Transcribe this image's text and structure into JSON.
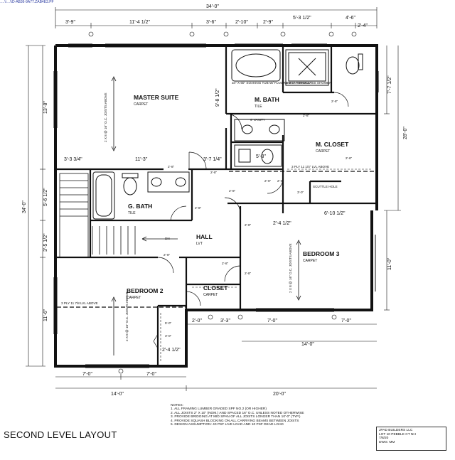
{
  "sheet": {
    "title": "SECOND LEVEL LAYOUT",
    "file_path": "….\\\\…\\\\D-AB36-9A77.ZAB4E3.PF"
  },
  "rooms": {
    "master_suite": {
      "name": "MASTER SUITE",
      "floor": "CARPET",
      "joist": "2 X 8 @ 16\" O.C. JOISTS ABOVE"
    },
    "m_bath": {
      "name": "M. BATH",
      "floor": "TILE"
    },
    "m_closet": {
      "name": "M. CLOSET",
      "floor": "CARPET"
    },
    "g_bath": {
      "name": "G. BATH",
      "floor": "TILE"
    },
    "hall": {
      "name": "HALL",
      "floor": "LVT"
    },
    "bedroom3": {
      "name": "BEDROOM 3",
      "floor": "CARPET",
      "joist": "2 X 8 @ 16\" O.C. JOISTS ABOVE"
    },
    "bedroom2": {
      "name": "BEDROOM 2",
      "floor": "CARPET",
      "joist": "2 X 8 @ 16\" O.C. JOISTS ABOVE"
    },
    "closet": {
      "name": "CLOSET",
      "floor": "CARPET"
    }
  },
  "fixtures": {
    "tub": "34\" X 60\" SOAKING TUB W/ FLOOR MOUNT FAUCET",
    "shower": "3' X 5' FIBERGLASS SHOWER",
    "vanity": "6' VANITY",
    "scuttle": "SCUTTLE HOLE",
    "dn": "DN",
    "beam_upper": "3 PLY 11 1/4\" LVL ABOVE",
    "beam_lower": "3 PLY 11 7/8 LVL ABOVE"
  },
  "dims": {
    "overall_top": "34'-0\"",
    "top_row": [
      "3'-9\"",
      "11'-4 1/2\"",
      "3'-6\"",
      "2'-10\"",
      "2'-9\"",
      "5'-3 1/2\"",
      "4'-6\"",
      "2'-4\""
    ],
    "left_overall": "34'-0\"",
    "left_row": [
      "13'-8\"",
      "5'-6 1/2\"",
      "3'-5 1/2\"",
      "11'-6\""
    ],
    "right_overall": "28'-0\"",
    "right_row": [
      "7'-7 1/2\"",
      "11'-0\""
    ],
    "bottom_row": [
      "7'-0\"",
      "7'-0\""
    ],
    "bottom_overall": [
      "14'-0\"",
      "20'-0\""
    ],
    "lower_right": [
      "2'-0\"",
      "3'-3\"",
      "7'-0\"",
      "7'-0\""
    ],
    "lower_right_total": "14'-0\"",
    "interior": {
      "ms_width": "11'-3\"",
      "ms_left": "3'-3 3/4\"",
      "ms_right": "3'-7 1/4\"",
      "mbath_height": "9'-8 1/2\"",
      "b3_top": "2'-4 1/2\"",
      "b3_right": "6'-10 1/2\"",
      "b2_closet": "2'-4 1/2\"",
      "vanity_w": "5'-8\"",
      "door_28_a": "2'-8\"",
      "door_28_b": "2'-8\"",
      "door_28_c": "2'-8\"",
      "door_28_d": "2'-8\"",
      "door_28_e": "2'-8\"",
      "door_28_f": "2'-8\"",
      "door_28_g": "2'-8\"",
      "door_28_h": "2'-8\"",
      "door_28_i": "2'-8\"",
      "door_28_j": "2'-8\"",
      "closet_h1": "5'-0\"",
      "closet_h2": "3'-0\"",
      "closet_h3": "3'-0\"",
      "door_26": "2'-6\"",
      "door_26b": "2'-6\"",
      "door_28_k": "2'-8\""
    }
  },
  "notes": {
    "heading": "NOTES:",
    "lines": [
      "1. ALL FRAMING LUMBER GRADED SPF NO.2 (OR HIGHER)",
      "2. ALL JOISTS 2\" X 10\" (NOM.) AND SPACED 16\" O.C. UNLESS NOTED OTHERWISE",
      "3. PROVIDE BRIDGING AT MID SPAN OF ALL JOISTS LONGER THAN 10'-0\" (TYP.)",
      "4. PROVIDE SQUASH BLOCKING ON ALL CARRYING BEAMS BETWEEN JOISTS",
      "5. DESIGN ASSUMPTION: 40 PSF LIVE LOAD AND 10 PSF DEAD LOAD"
    ]
  },
  "titleblock": {
    "lines": [
      "JPAD BUILDERS LLC",
      "LOT 10 PEBBLE CT NH",
      "7/8/20",
      "DWG: MM"
    ]
  }
}
